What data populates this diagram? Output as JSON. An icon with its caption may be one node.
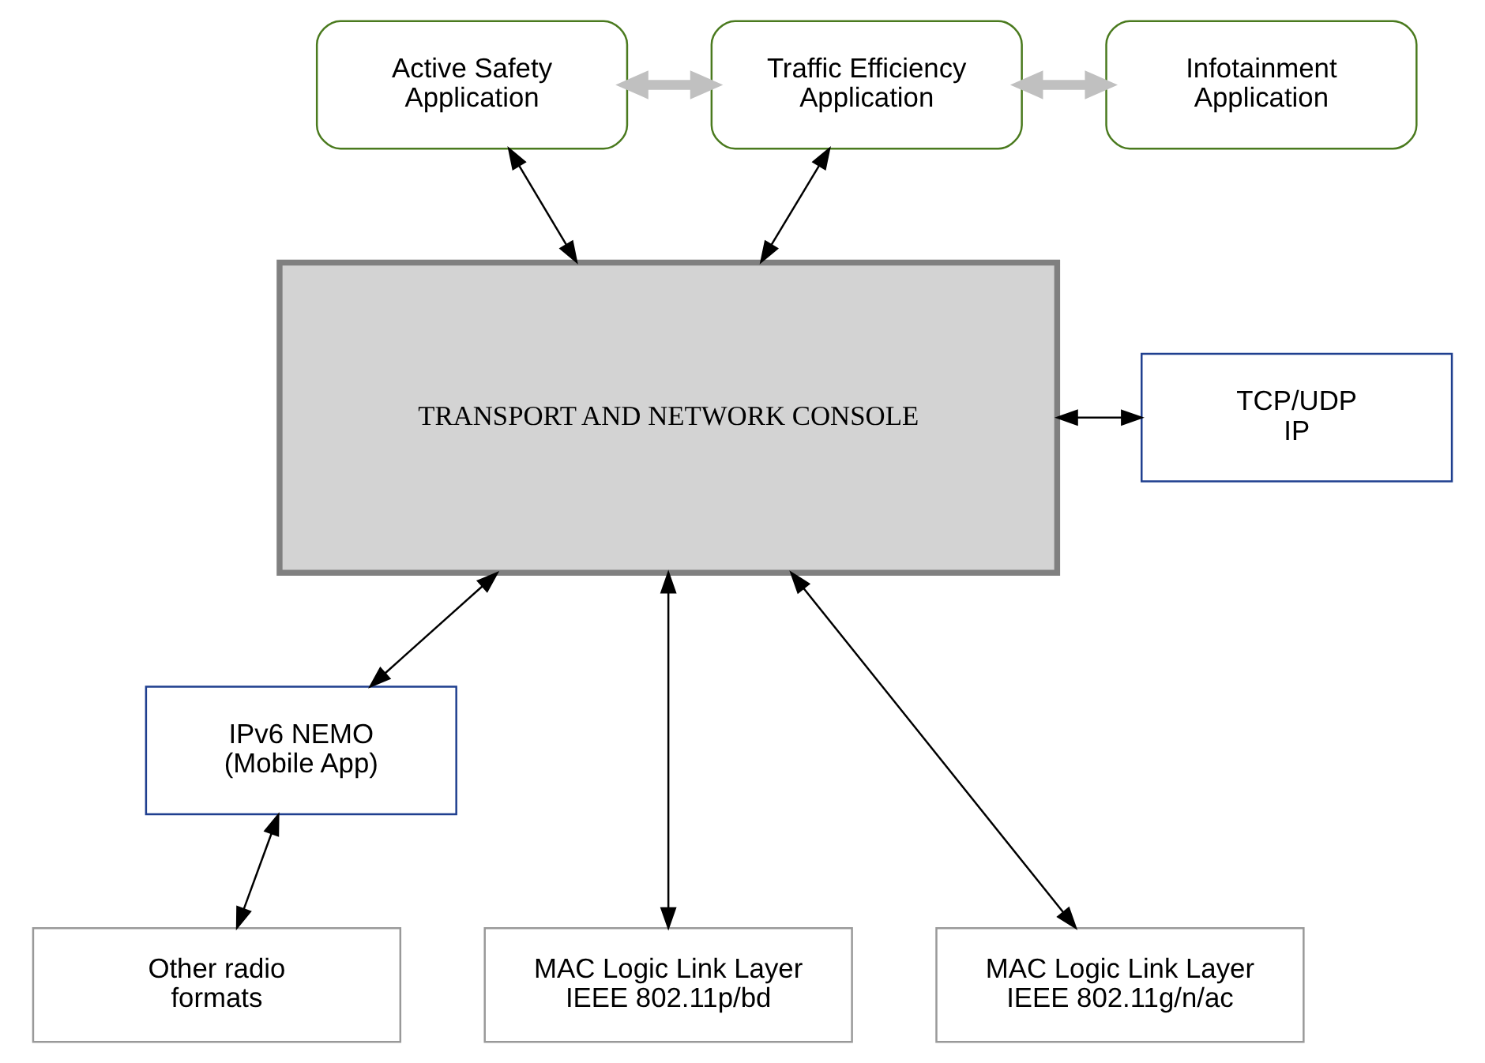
{
  "diagram": {
    "nodes": [
      {
        "text": [
          "Active Safety Application"
        ]
      },
      {
        "text": [
          "Traffic Efficiency Application"
        ]
      },
      {
        "text": [
          "Infotainment Application"
        ]
      },
      {
        "text": [
          "TRANSPORT AND NETWORK CONSOLE"
        ]
      },
      {
        "text": [
          "TCP/UDP IP"
        ]
      },
      {
        "text": [
          "IPv6 NEMO (Mobile App)"
        ]
      },
      {
        "text": [
          "MAC Logic Link Layer IEEE 802.11p/bd"
        ]
      },
      {
        "text": [
          "MAC Logic Link Layer IEEE 802.11g/n/ac"
        ]
      },
      {
        "text": [
          "Other radio formats"
        ]
      }
    ],
    "edges": [
      {
        "from": 0,
        "to": 1,
        "arrow": "both",
        "style": "thick",
        "color": "#c0c0c0"
      },
      {
        "from": 1,
        "to": 2,
        "arrow": "both",
        "style": "thick",
        "color": "#c0c0c0"
      },
      {
        "from": 0,
        "to": 3,
        "arrow": "both"
      },
      {
        "from": 1,
        "to": 3,
        "arrow": "both"
      },
      {
        "from": 3,
        "to": 4,
        "arrow": "both"
      },
      {
        "from": 3,
        "to": 5,
        "arrow": "both"
      },
      {
        "from": 3,
        "to": 6,
        "arrow": "both"
      },
      {
        "from": 3,
        "to": 7,
        "arrow": "both"
      },
      {
        "from": 5,
        "to": 8,
        "arrow": "both"
      }
    ]
  }
}
